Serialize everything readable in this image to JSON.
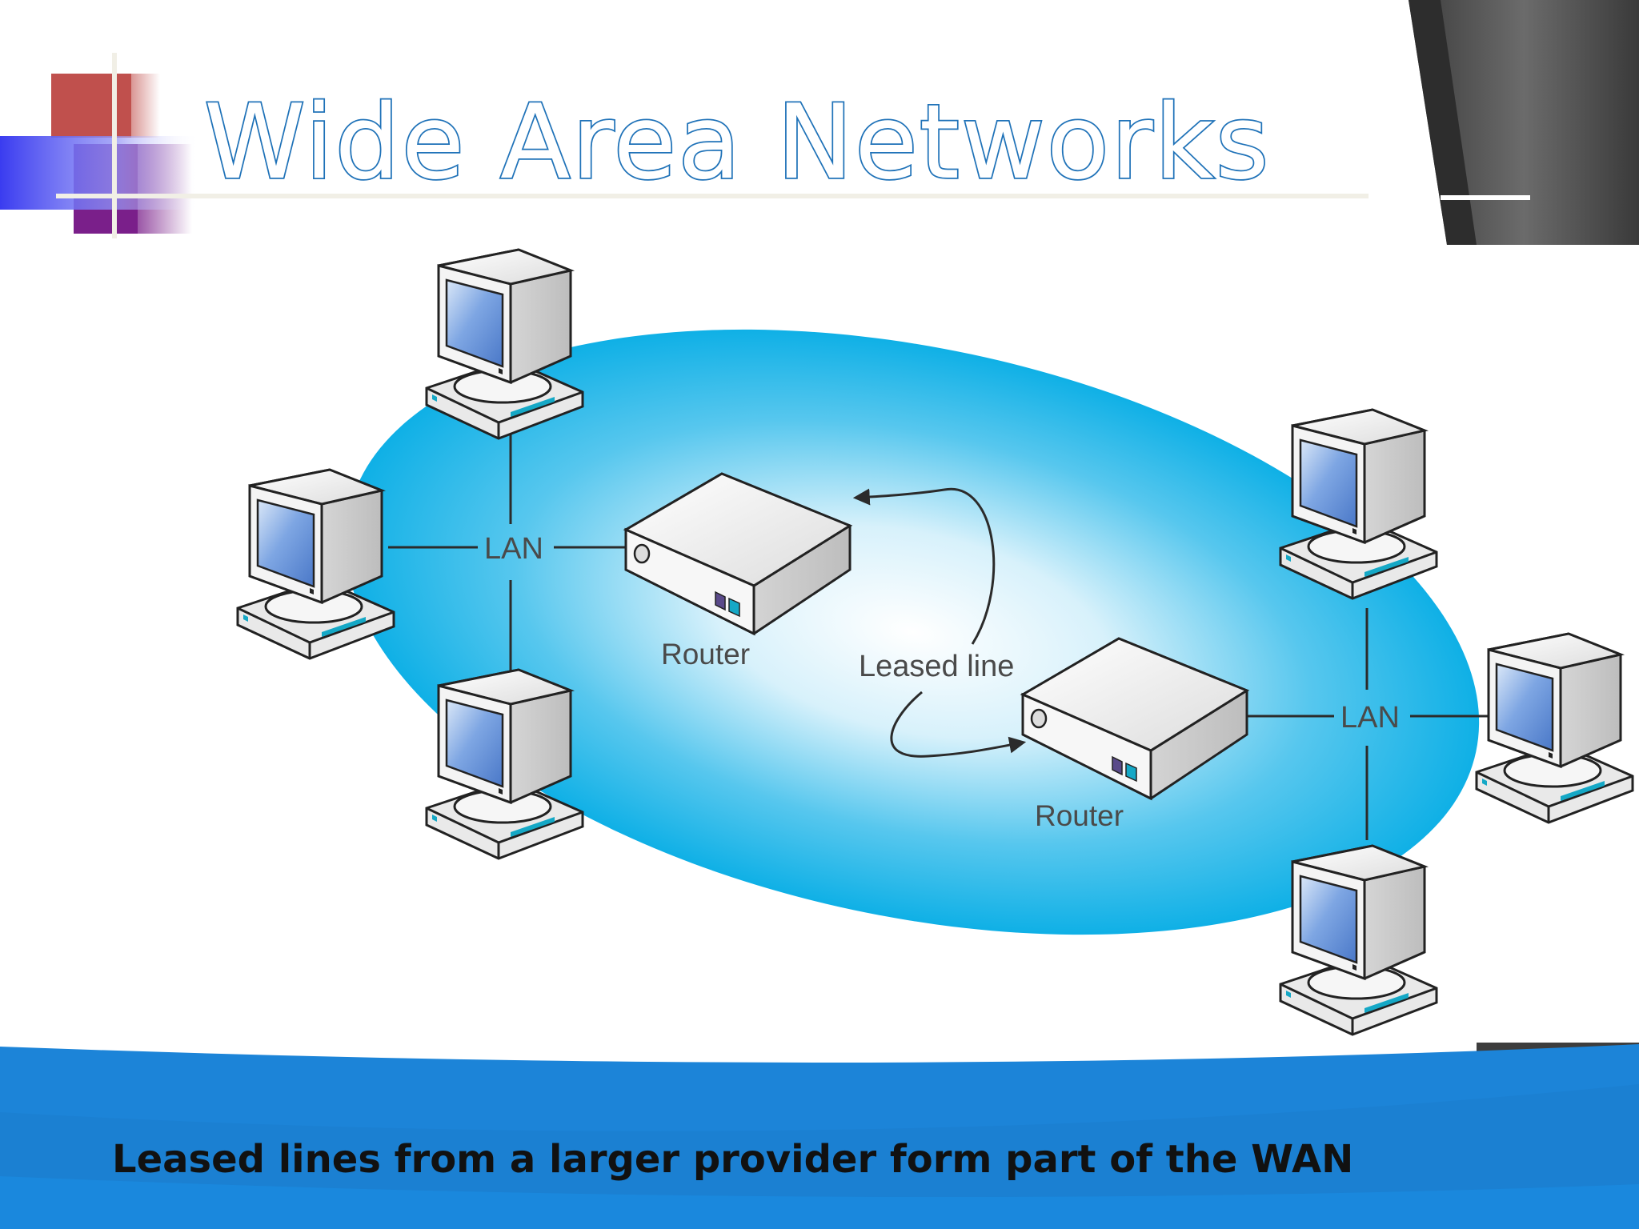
{
  "title": "Wide Area Networks",
  "diagram": {
    "left_lan_label": "LAN",
    "right_lan_label": "LAN",
    "left_router_label": "Router",
    "right_router_label": "Router",
    "connection_label": "Leased line",
    "colors": {
      "network_cloud": "#0fb0e6",
      "screen": "#5b8dd6",
      "title_outline": "#1f72b8",
      "footer_band": "#1c84d8",
      "accent_red": "#c0504d",
      "accent_purple": "#7a1f8a"
    }
  },
  "caption": "Leased lines from a larger provider form part of the WAN"
}
